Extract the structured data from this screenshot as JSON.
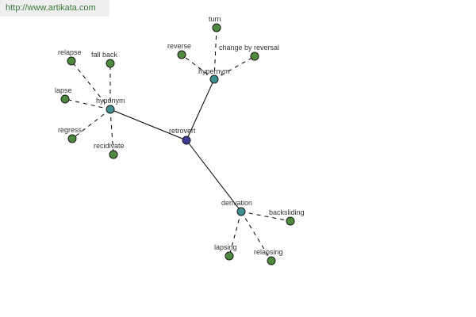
{
  "header": {
    "url": "http://www.artikata.com"
  },
  "graph": {
    "colors": {
      "center": "#3c3c96",
      "relation": "#3f8f91",
      "leaf": "#4e8a3e"
    },
    "nodes": [
      {
        "id": "retrovert",
        "label": "retrovert",
        "kind": "center"
      },
      {
        "id": "hyponym",
        "label": "hyponym",
        "kind": "relation"
      },
      {
        "id": "hypernym",
        "label": "hypernym",
        "kind": "relation"
      },
      {
        "id": "derivation",
        "label": "derivation",
        "kind": "relation"
      },
      {
        "id": "relapse",
        "label": "relapse",
        "kind": "leaf"
      },
      {
        "id": "fall-back",
        "label": "fall back",
        "kind": "leaf"
      },
      {
        "id": "lapse",
        "label": "lapse",
        "kind": "leaf"
      },
      {
        "id": "regress",
        "label": "regress",
        "kind": "leaf"
      },
      {
        "id": "recidivate",
        "label": "recidivate",
        "kind": "leaf"
      },
      {
        "id": "turn",
        "label": "turn",
        "kind": "leaf"
      },
      {
        "id": "reverse",
        "label": "reverse",
        "kind": "leaf"
      },
      {
        "id": "change-by-reversal",
        "label": "change by reversal",
        "kind": "leaf"
      },
      {
        "id": "backsliding",
        "label": "backsliding",
        "kind": "leaf"
      },
      {
        "id": "lapsing",
        "label": "lapsing",
        "kind": "leaf"
      },
      {
        "id": "relapsing",
        "label": "relapsing",
        "kind": "leaf"
      }
    ],
    "edges": [
      {
        "from": "retrovert",
        "to": "hyponym",
        "style": "solid"
      },
      {
        "from": "retrovert",
        "to": "hypernym",
        "style": "solid"
      },
      {
        "from": "retrovert",
        "to": "derivation",
        "style": "solid"
      },
      {
        "from": "hyponym",
        "to": "relapse",
        "style": "dashed"
      },
      {
        "from": "hyponym",
        "to": "fall-back",
        "style": "dashed"
      },
      {
        "from": "hyponym",
        "to": "lapse",
        "style": "dashed"
      },
      {
        "from": "hyponym",
        "to": "regress",
        "style": "dashed"
      },
      {
        "from": "hyponym",
        "to": "recidivate",
        "style": "dashed"
      },
      {
        "from": "hypernym",
        "to": "turn",
        "style": "dashed"
      },
      {
        "from": "hypernym",
        "to": "reverse",
        "style": "dashed"
      },
      {
        "from": "hypernym",
        "to": "change-by-reversal",
        "style": "dashed"
      },
      {
        "from": "derivation",
        "to": "backsliding",
        "style": "dashed"
      },
      {
        "from": "derivation",
        "to": "lapsing",
        "style": "dashed"
      },
      {
        "from": "derivation",
        "to": "relapsing",
        "style": "dashed"
      }
    ]
  }
}
